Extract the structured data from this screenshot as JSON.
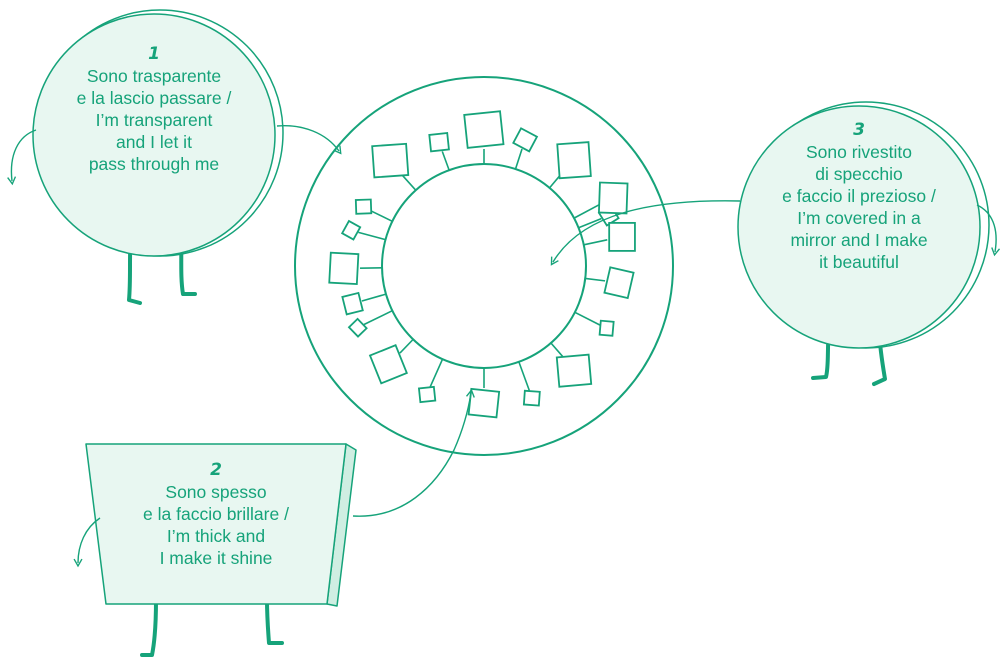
{
  "colors": {
    "stroke": "#16a37a",
    "fill": "#e8f7f1",
    "background": "#ffffff"
  },
  "characters": [
    {
      "id": "1",
      "number": "1",
      "lines": [
        "Sono trasparente",
        "e la lascio passare /",
        "I’m transparent",
        "and I let it",
        "pass through me"
      ]
    },
    {
      "id": "2",
      "number": "2",
      "lines": [
        "Sono spesso",
        "e la faccio brillare /",
        "I’m thick and",
        "I make it shine"
      ]
    },
    {
      "id": "3",
      "number": "3",
      "lines": [
        "Sono rivestito",
        "di specchio",
        "e faccio il prezioso /",
        "I’m covered in a",
        "mirror and I make",
        "it beautiful"
      ]
    }
  ]
}
